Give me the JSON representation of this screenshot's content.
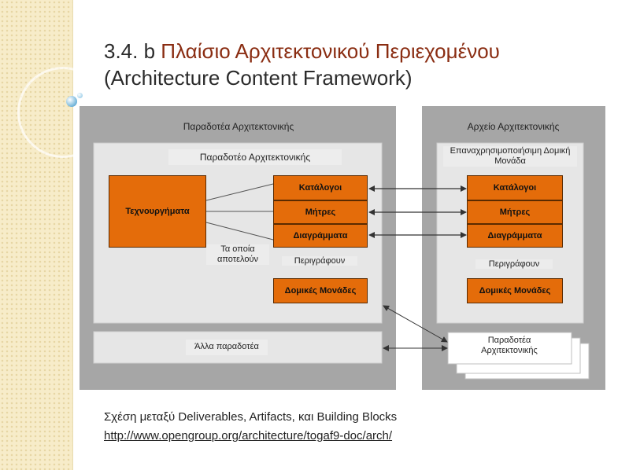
{
  "slide": {
    "title_number": "3.4. b",
    "title_greek": "Πλαίσιο Αρχιτεκτονικού Περιεχομένου",
    "title_english": "(Architecture Content Framework)",
    "caption": "Σχέση μεταξύ Deliverables, Artifacts, και Building Blocks",
    "link": "http://www.opengroup.org/architecture/togaf9-doc/arch/"
  },
  "diagram": {
    "left_panel_title": "Παραδοτέα Αρχιτεκτονικής",
    "left_inner_title": "Παραδοτέο Αρχιτεκτονικής",
    "artifacts_box": "Τεχνουργήματα",
    "left_items": [
      "Κατάλογοι",
      "Μήτρες",
      "Διαγράμματα"
    ],
    "consist_label": "Τα οποία αποτελούν",
    "describe_label_left": "Περιγράφουν",
    "building_blocks_left": "Δομικές Μονάδες",
    "other_deliverables": "Άλλα παραδοτέα",
    "right_panel_title": "Αρχείο Αρχιτεκτονικής",
    "right_inner_title": "Επαναχρησιμοποιήσιμη Δομική Μονάδα",
    "right_items": [
      "Κατάλογοι",
      "Μήτρες",
      "Διαγράμματα"
    ],
    "describe_label_right": "Περιγράφουν",
    "building_blocks_right": "Δομικές Μονάδες",
    "deliverables_stack": "Παραδοτέα Αρχιτεκτονικής"
  },
  "colors": {
    "accent_orange": "#e46c0a",
    "panel_gray": "#a6a6a6",
    "inner_gray": "#e6e6e6",
    "title_red": "#8a2d12"
  }
}
